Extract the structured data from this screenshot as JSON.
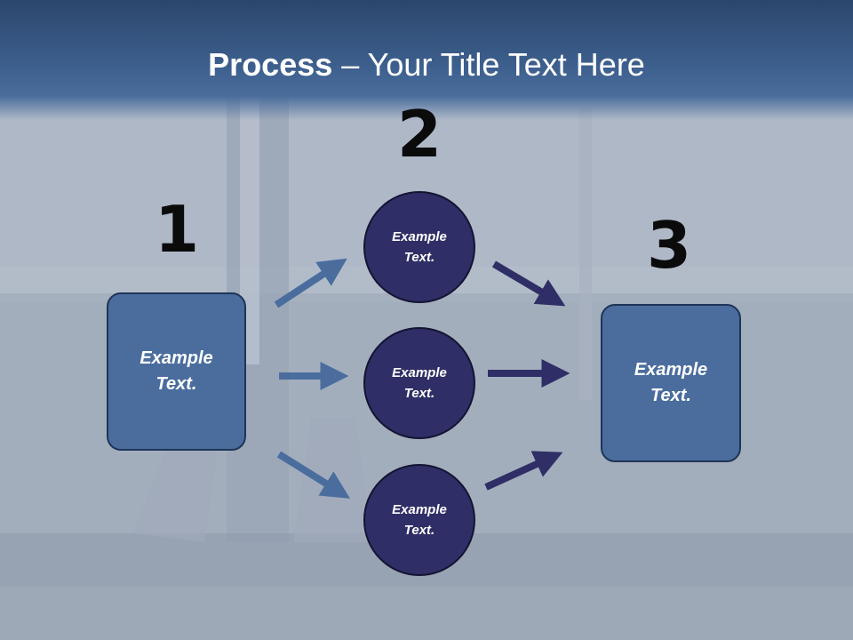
{
  "title": {
    "bold": "Process",
    "rest": " – Your Title Text Here"
  },
  "steps": [
    {
      "number": "1",
      "text_line1": "Example",
      "text_line2": "Text."
    },
    {
      "number": "2"
    },
    {
      "number": "3",
      "text_line1": "Example",
      "text_line2": "Text."
    }
  ],
  "circles": [
    {
      "line1": "Example",
      "line2": "Text."
    },
    {
      "line1": "Example",
      "line2": "Text."
    },
    {
      "line1": "Example",
      "line2": "Text."
    }
  ],
  "colors": {
    "title_band": "#3d5f8d",
    "box_fill": "#4a6d9e",
    "circle_fill": "#2f2e66",
    "arrow_left": "#4a6d9e",
    "arrow_right": "#2f2e66"
  }
}
